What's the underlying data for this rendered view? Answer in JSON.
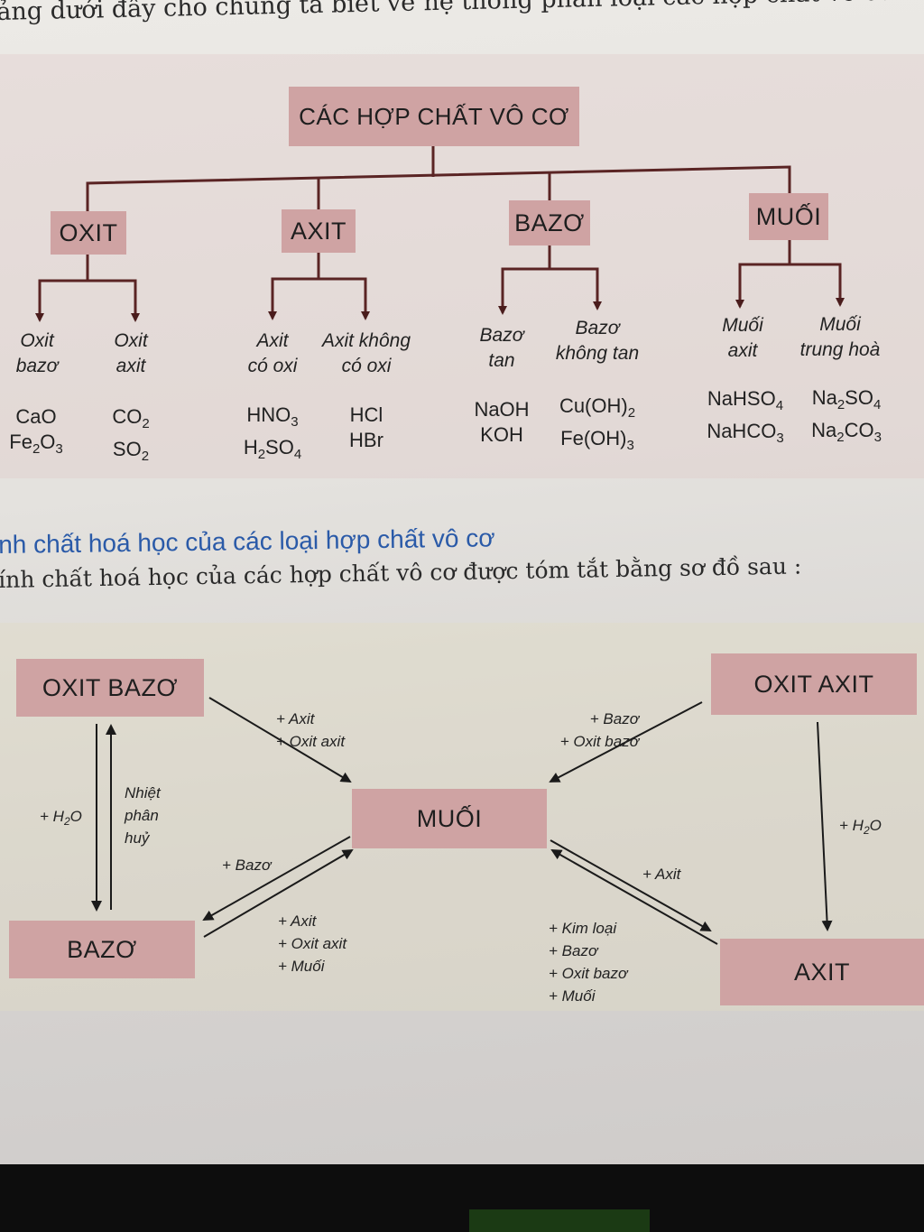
{
  "intro_text": "ảng dưới đây cho chúng ta biết về hệ thống phân loại các hợp chất vô cơ :",
  "classification": {
    "root": "CÁC HỢP CHẤT VÔ CƠ",
    "groups": [
      {
        "name": "OXIT",
        "subtypes": [
          {
            "label": "Oxit\nbazơ",
            "examples": [
              [
                "CaO"
              ],
              [
                "Fe",
                "2",
                "O",
                "3"
              ]
            ]
          },
          {
            "label": "Oxit\naxit",
            "examples": [
              [
                "CO",
                "2"
              ],
              [
                "SO",
                "2"
              ]
            ]
          }
        ]
      },
      {
        "name": "AXIT",
        "subtypes": [
          {
            "label": "Axit\ncó oxi",
            "examples": [
              [
                "HNO",
                "3"
              ],
              [
                "H",
                "2",
                "SO",
                "4"
              ]
            ]
          },
          {
            "label": "Axit không\ncó oxi",
            "examples": [
              [
                "HCl"
              ],
              [
                "HBr"
              ]
            ]
          }
        ]
      },
      {
        "name": "BAZƠ",
        "subtypes": [
          {
            "label": "Bazơ\ntan",
            "examples": [
              [
                "NaOH"
              ],
              [
                "KOH"
              ]
            ]
          },
          {
            "label": "Bazơ\nkhông tan",
            "examples": [
              [
                "Cu(OH)",
                "2"
              ],
              [
                "Fe(OH)",
                "3"
              ]
            ]
          }
        ]
      },
      {
        "name": "MUỐI",
        "subtypes": [
          {
            "label": "Muối\naxit",
            "examples": [
              [
                "NaHSO",
                "4"
              ],
              [
                "NaHCO",
                "3"
              ]
            ]
          },
          {
            "label": "Muối\ntrung hoà",
            "examples": [
              [
                "Na",
                "2",
                "SO",
                "4"
              ],
              [
                "Na",
                "2",
                "CO",
                "3"
              ]
            ]
          }
        ]
      }
    ]
  },
  "section_title": "nh chất hoá học của các loại hợp chất vô cơ",
  "summary_text": "ính chất hoá học của các hợp chất vô cơ được tóm tắt bằng sơ đồ sau :",
  "properties": {
    "nodes": {
      "oxit_bazo": "OXIT BAZƠ",
      "oxit_axit": "OXIT AXIT",
      "muoi": "MUỐI",
      "bazo": "BAZƠ",
      "axit": "AXIT"
    },
    "labels": {
      "ob_to_muoi": "+ Axit\n+ Oxit axit",
      "oa_to_muoi": "+ Bazơ\n+ Oxit bazơ",
      "ob_to_bazo_left": [
        "+ H",
        "2",
        "O"
      ],
      "bazo_to_ob": "Nhiệt\nphân\nhuỷ",
      "oa_to_axit": [
        "+ H",
        "2",
        "O"
      ],
      "muoi_to_bazo": "+ Bazơ",
      "bazo_to_muoi": "+ Axit\n+ Oxit axit\n+ Muối",
      "muoi_to_axit": "+ Axit",
      "axit_to_muoi": "+ Kim loại\n+ Bazơ\n+ Oxit bazơ\n+ Muối"
    }
  }
}
